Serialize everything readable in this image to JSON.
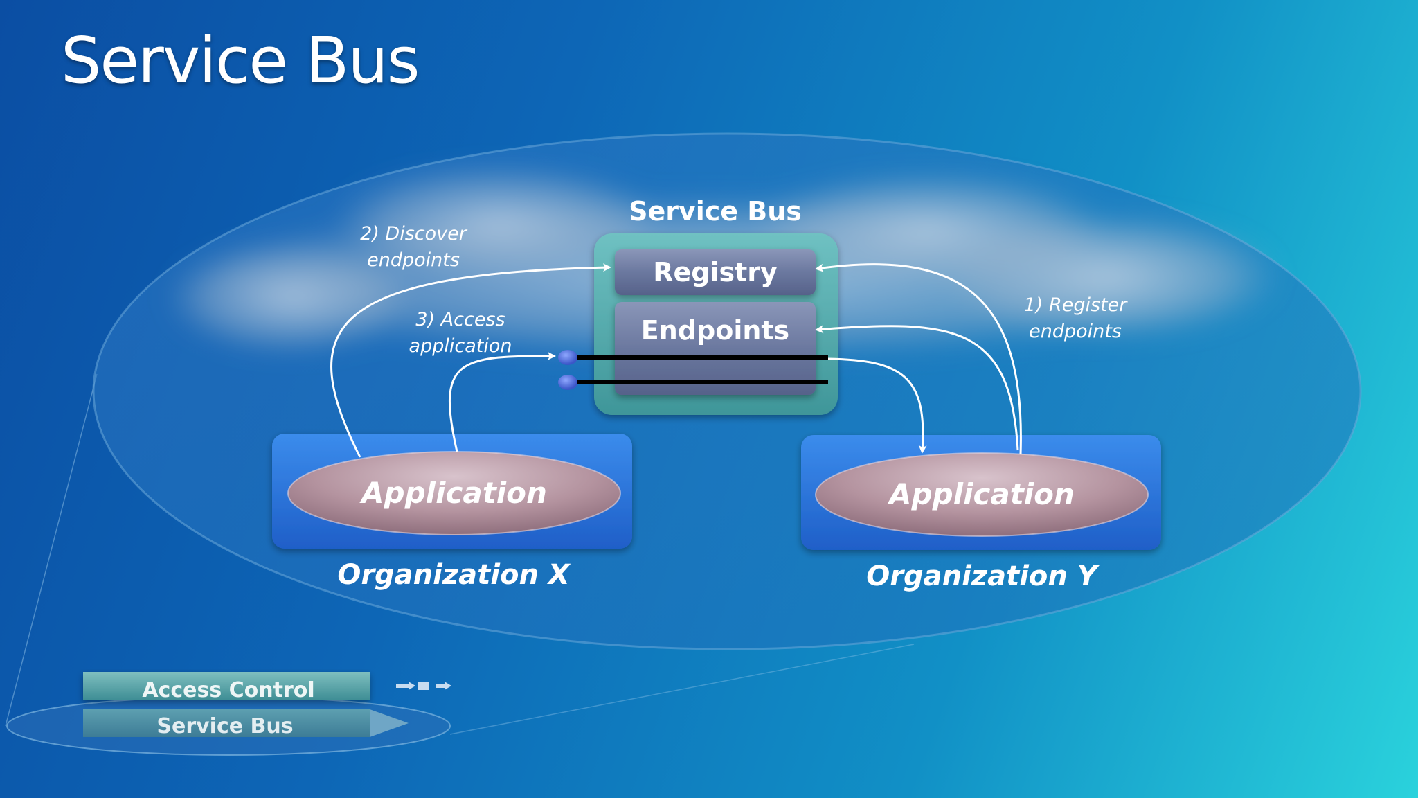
{
  "slide": {
    "title": "Service Bus"
  },
  "diagram": {
    "service_bus_label": "Service Bus",
    "registry_label": "Registry",
    "endpoints_label": "Endpoints",
    "step_discover_line1": "2) Discover",
    "step_discover_line2": "endpoints",
    "step_access_line1": "3) Access",
    "step_access_line2": "application",
    "step_register_line1": "1) Register",
    "step_register_line2": "endpoints",
    "app_x_label": "Application",
    "app_y_label": "Application",
    "org_x_label": "Organization X",
    "org_y_label": "Organization Y"
  },
  "thumbnail": {
    "access_control_label": "Access Control",
    "service_bus_label": "Service Bus"
  },
  "colors": {
    "bg_left": "#0b4ea3",
    "bg_right": "#2ad2dc",
    "container_teal": "#4aa6a8",
    "slot_blue_grey": "#6c7aa2",
    "app_oval_mauve": "#b89aa6",
    "platform_blue": "#2f7fe0"
  }
}
